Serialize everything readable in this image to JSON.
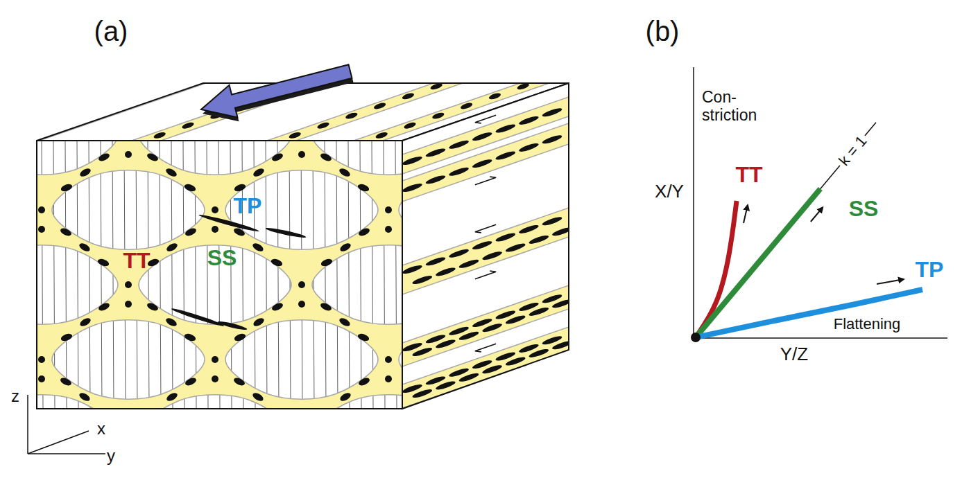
{
  "diagram": {
    "labels": [
      "(a)",
      "(b)",
      "TP",
      "TT",
      "SS",
      "z",
      "x",
      "y",
      "Con- striction",
      "X/Y",
      "TT",
      "k = 1",
      "SS",
      "TP",
      "Flattening",
      "Y/Z"
    ]
  }
}
